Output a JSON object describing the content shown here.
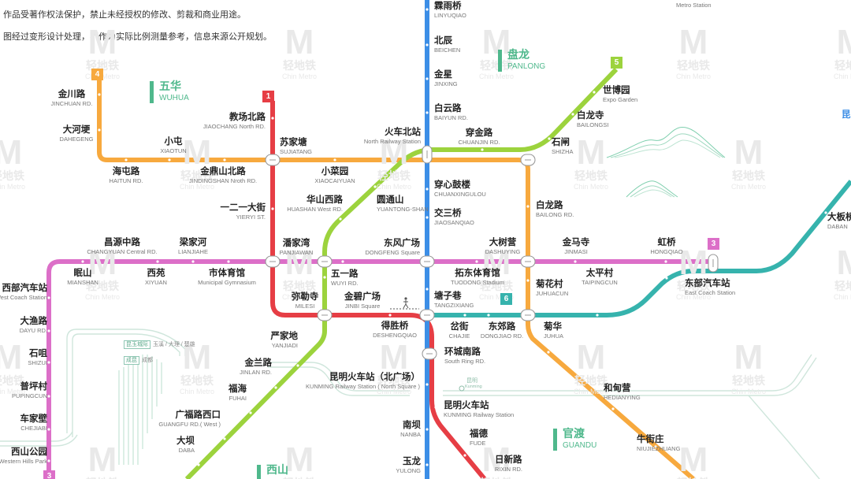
{
  "notice": {
    "line1": "作品受著作权法保护，禁止未经授权的修改、剪裁和商业用途。",
    "line2": "图经过变形设计处理，不作为实际比例测量参考，信息来源公开规划。"
  },
  "watermark": {
    "mark": "M",
    "zh": "轻地铁",
    "en": "Chin Metro"
  },
  "colors": {
    "line1": "#e63e45",
    "line2": "#3c8ee6",
    "line3": "#dc6fc8",
    "line4": "#f7a93e",
    "line5": "#9cd33d",
    "line6": "#36b3ad",
    "district": "#4fb88c",
    "rail": "#cfe6dc"
  },
  "lines": [
    {
      "id": "line1",
      "badge": "1"
    },
    {
      "id": "line3",
      "badge": "3"
    },
    {
      "id": "line3b",
      "badge": "3"
    },
    {
      "id": "line4",
      "badge": "4"
    },
    {
      "id": "line5",
      "badge": "5"
    },
    {
      "id": "line6",
      "badge": "6"
    }
  ],
  "districts": [
    {
      "id": "wuhua",
      "zh": "五华",
      "en": "WUHUA"
    },
    {
      "id": "panlong",
      "zh": "盘龙",
      "en": "PANLONG"
    },
    {
      "id": "guandu",
      "zh": "官渡",
      "en": "GUANDU"
    },
    {
      "id": "xishan",
      "zh": "西山",
      "en": ""
    }
  ],
  "rail_labels": {
    "kunyu": "昆玉城际",
    "kunyu_sub": "玉溪 / 大理 / 楚雄",
    "chengkun": "成昆",
    "chengkun_sub": "成都",
    "kunming": "昆明",
    "kunming_en": "Kunming"
  },
  "stations": [
    {
      "id": "linyuqiao",
      "zh": "霖雨桥",
      "en": "LINYUQIAO"
    },
    {
      "id": "beichen",
      "zh": "北辰",
      "en": "BEICHEN"
    },
    {
      "id": "jinxing",
      "zh": "金星",
      "en": "JINXING"
    },
    {
      "id": "baiyunlu",
      "zh": "白云路",
      "en": "BAIYUN RD."
    },
    {
      "id": "huochebeizhan",
      "zh": "火车北站",
      "en": "North Railway Station"
    },
    {
      "id": "chuanjinlu",
      "zh": "穿金路",
      "en": "CHUANJIN RD."
    },
    {
      "id": "shizha",
      "zh": "石闸",
      "en": "SHIZHA"
    },
    {
      "id": "bailongsi",
      "zh": "白龙寺",
      "en": "BAILONGSI"
    },
    {
      "id": "shiboyuan",
      "zh": "世博园",
      "en": "Expo Garden"
    },
    {
      "id": "chuanxingulou",
      "zh": "穿心鼓楼",
      "en": "CHUANXINGULOU"
    },
    {
      "id": "jiaosanqiao",
      "zh": "交三桥",
      "en": "JIAOSANQIAO"
    },
    {
      "id": "bailonglu",
      "zh": "白龙路",
      "en": "BAILONG RD."
    },
    {
      "id": "dongfengguangchang",
      "zh": "东风广场",
      "en": "DONGFENG Square"
    },
    {
      "id": "dashuying",
      "zh": "大树营",
      "en": "DASHUYING"
    },
    {
      "id": "jinmasi",
      "zh": "金马寺",
      "en": "JINMASI"
    },
    {
      "id": "hongqiao",
      "zh": "虹桥",
      "en": "HONGQIAO"
    },
    {
      "id": "tuodongtiyuguan",
      "zh": "拓东体育馆",
      "en": "TUODONG Stadium"
    },
    {
      "id": "juhuacun",
      "zh": "菊花村",
      "en": "JUHUACUN"
    },
    {
      "id": "taipingcun",
      "zh": "太平村",
      "en": "TAIPINGCUN"
    },
    {
      "id": "dongbuqichezhan",
      "zh": "东部汽车站",
      "en": "East Coach Station"
    },
    {
      "id": "dabanqiao",
      "zh": "大板桥",
      "en": "DABAN"
    },
    {
      "id": "tangzixiang",
      "zh": "塘子巷",
      "en": "TANGZIXIANG"
    },
    {
      "id": "chajie",
      "zh": "岔街",
      "en": "CHAJIE"
    },
    {
      "id": "dongjiaolu",
      "zh": "东郊路",
      "en": "DONGJIAO RD."
    },
    {
      "id": "juhua",
      "zh": "菊华",
      "en": "JUHUA"
    },
    {
      "id": "huanchengnanlu",
      "zh": "环城南路",
      "en": "South Ring RD."
    },
    {
      "id": "kunmingzhan_bgc",
      "zh": "昆明火车站（北广场）",
      "en": "KUNMING Railway Station ( North Square )"
    },
    {
      "id": "kunmingzhan",
      "zh": "昆明火车站",
      "en": "KUNMING Railway Station"
    },
    {
      "id": "hedianying",
      "zh": "和甸营",
      "en": "HEDIANYING"
    },
    {
      "id": "niujiezhuang",
      "zh": "牛街庄",
      "en": "NIUJIEZHUANG"
    },
    {
      "id": "fude",
      "zh": "福德",
      "en": "FUDE"
    },
    {
      "id": "rixinlu",
      "zh": "日新路",
      "en": "RIXIN RD."
    },
    {
      "id": "nanba",
      "zh": "南坝",
      "en": "NANBA"
    },
    {
      "id": "yulong",
      "zh": "玉龙",
      "en": "YULONG"
    },
    {
      "id": "jinchuanlu",
      "zh": "金川路",
      "en": "JINCHUAN RD."
    },
    {
      "id": "dahegeng",
      "zh": "大河埂",
      "en": "DAHEGENG"
    },
    {
      "id": "xiaotun",
      "zh": "小屯",
      "en": "XIAOTUN"
    },
    {
      "id": "haitunlu",
      "zh": "海屯路",
      "en": "HAITUN RD."
    },
    {
      "id": "jindingshanbeilu",
      "zh": "金鼎山北路",
      "en": "JINDINGSHAN Nroth RD."
    },
    {
      "id": "jiaochangbeilu",
      "zh": "教场北路",
      "en": "JIAOCHANG North RD."
    },
    {
      "id": "sujiatang",
      "zh": "苏家塘",
      "en": "SUJIATANG"
    },
    {
      "id": "xiaocaiyuan",
      "zh": "小菜园",
      "en": "XIAOCAIYUAN"
    },
    {
      "id": "huashanxilu",
      "zh": "华山西路",
      "en": "HUASHAN West RD."
    },
    {
      "id": "yuantongshan",
      "zh": "圆通山",
      "en": "YUANTONG-SHAN"
    },
    {
      "id": "yieryijie",
      "zh": "一二一大街",
      "en": "YIERYI ST."
    },
    {
      "id": "panjiawan",
      "zh": "潘家湾",
      "en": "PANJIAWAN"
    },
    {
      "id": "changyuanzhonglu",
      "zh": "昌源中路",
      "en": "CHANGYUAN Central RD."
    },
    {
      "id": "lianjiahe",
      "zh": "梁家河",
      "en": "LIANJIAHE"
    },
    {
      "id": "mianshan",
      "zh": "眠山",
      "en": "MIANSHAN"
    },
    {
      "id": "xiyuan",
      "zh": "西苑",
      "en": "XIYUAN"
    },
    {
      "id": "shitiyuguan",
      "zh": "市体育馆",
      "en": "Municipal Gymnasium"
    },
    {
      "id": "wuyilu",
      "zh": "五一路",
      "en": "WUYI RD."
    },
    {
      "id": "milesi",
      "zh": "弥勒寺",
      "en": "MILESI"
    },
    {
      "id": "jinbiguangchang",
      "zh": "金碧广场",
      "en": "JINBI Square"
    },
    {
      "id": "deshengqiao",
      "zh": "得胜桥",
      "en": "DESHENGQIAO"
    },
    {
      "id": "yanjiadi",
      "zh": "严家地",
      "en": "YANJIADI"
    },
    {
      "id": "jinlanlu",
      "zh": "金兰路",
      "en": "JINLAN RD."
    },
    {
      "id": "fuhai",
      "zh": "福海",
      "en": "FUHAI"
    },
    {
      "id": "guangfuluxikou",
      "zh": "广福路西口",
      "en": "GUANGFU RD.( West )"
    },
    {
      "id": "daba",
      "zh": "大坝",
      "en": "DABA"
    },
    {
      "id": "xibuqichezhan",
      "zh": "西部汽车站",
      "en": "West Coach Station"
    },
    {
      "id": "dayulu",
      "zh": "大渔路",
      "en": "DAYU RD."
    },
    {
      "id": "shizui",
      "zh": "石咀",
      "en": "SHIZUI"
    },
    {
      "id": "pupingcun",
      "zh": "普坪村",
      "en": "PUPINGCUN"
    },
    {
      "id": "chejiabi",
      "zh": "车家壁",
      "en": "CHEJIABI"
    },
    {
      "id": "xishangongyuan",
      "zh": "西山公园",
      "en": "Western Hills Park"
    }
  ],
  "partial_labels": {
    "top_right": "Metro Station",
    "right_edge": "昆"
  }
}
